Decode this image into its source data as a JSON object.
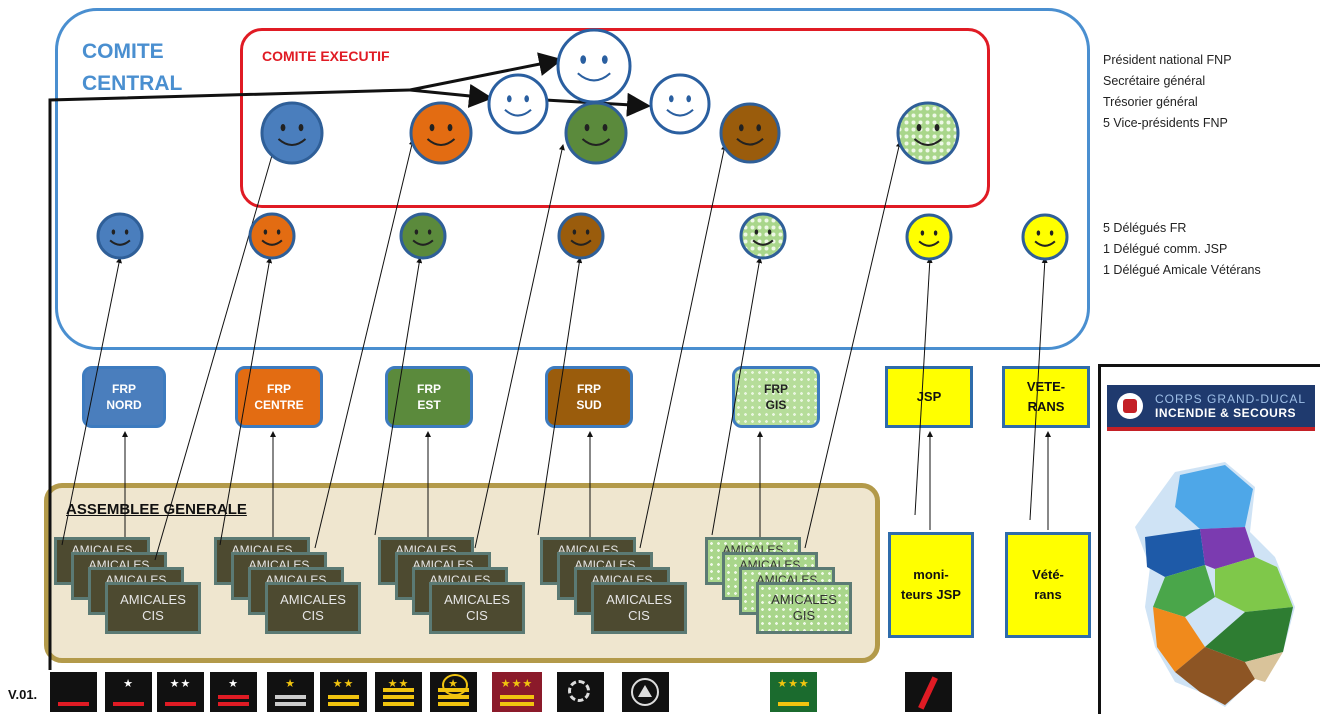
{
  "comite_central": {
    "title": "COMITE\nCENTRAL",
    "color": "#4a8fd0"
  },
  "comite_executif": {
    "title": "COMITE EXECUTIF",
    "color": "#e01b24"
  },
  "assemblee": {
    "title": "ASSEMBLEE GENERALE"
  },
  "right_top_text": "Président national FNP\nSecrétaire général\nTrésorier général\n5 Vice-présidents FNP",
  "right_mid_text": "5 Délégués FR\n1 Délégué comm. JSP\n1 Délégué Amicale Vétérans",
  "regions": [
    {
      "label": "FRP\nNORD",
      "color": "#4a7ebd"
    },
    {
      "label": "FRP\nCENTRE",
      "color": "#e36c12"
    },
    {
      "label": "FRP\nEST",
      "color": "#5b8a3c"
    },
    {
      "label": "FRP\nSUD",
      "color": "#9a5c0c"
    },
    {
      "label": "FRP\nGIS",
      "color": "#b6dd9a"
    }
  ],
  "jsp_label": "JSP",
  "veterans_label": "VETE-\nRANS",
  "moniteurs_label": "moni-\nteurs JSP",
  "veterans_bottom_label": "Vété-\nrans",
  "amicales": {
    "back": "AMICALES",
    "front_cis": "AMICALES\nCIS",
    "front_gis": "AMICALES\nGIS"
  },
  "logo": {
    "line1": "CORPS GRAND-DUCAL",
    "line2": "INCENDIE & SECOURS",
    "bg": "#1f3a6e"
  },
  "version": "V.01."
}
